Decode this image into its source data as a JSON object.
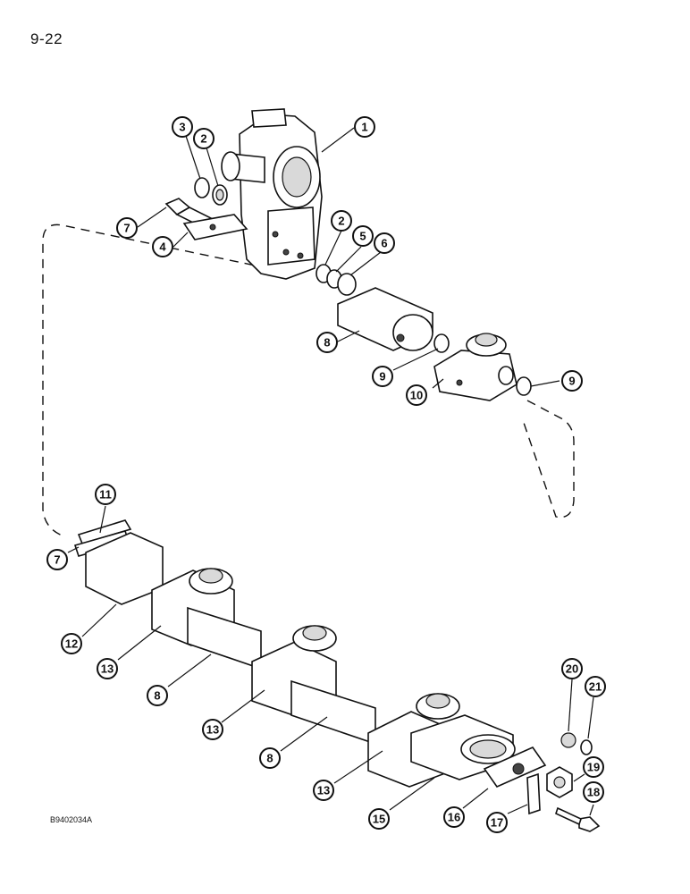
{
  "page_number": "9-22",
  "figure_code": "B9402034A",
  "callouts": [
    {
      "id": "c1",
      "label": "1"
    },
    {
      "id": "c3",
      "label": "3"
    },
    {
      "id": "c2a",
      "label": "2"
    },
    {
      "id": "c7a",
      "label": "7"
    },
    {
      "id": "c4",
      "label": "4"
    },
    {
      "id": "c2b",
      "label": "2"
    },
    {
      "id": "c5",
      "label": "5"
    },
    {
      "id": "c6",
      "label": "6"
    },
    {
      "id": "c8a",
      "label": "8"
    },
    {
      "id": "c9a",
      "label": "9"
    },
    {
      "id": "c9b",
      "label": "9"
    },
    {
      "id": "c10",
      "label": "10"
    },
    {
      "id": "c11",
      "label": "11"
    },
    {
      "id": "c7b",
      "label": "7"
    },
    {
      "id": "c12",
      "label": "12"
    },
    {
      "id": "c13a",
      "label": "13"
    },
    {
      "id": "c8b",
      "label": "8"
    },
    {
      "id": "c13b",
      "label": "13"
    },
    {
      "id": "c8c",
      "label": "8"
    },
    {
      "id": "c13c",
      "label": "13"
    },
    {
      "id": "c15",
      "label": "15"
    },
    {
      "id": "c16",
      "label": "16"
    },
    {
      "id": "c17",
      "label": "17"
    },
    {
      "id": "c18",
      "label": "18"
    },
    {
      "id": "c19",
      "label": "19"
    },
    {
      "id": "c20",
      "label": "20"
    },
    {
      "id": "c21",
      "label": "21"
    }
  ]
}
